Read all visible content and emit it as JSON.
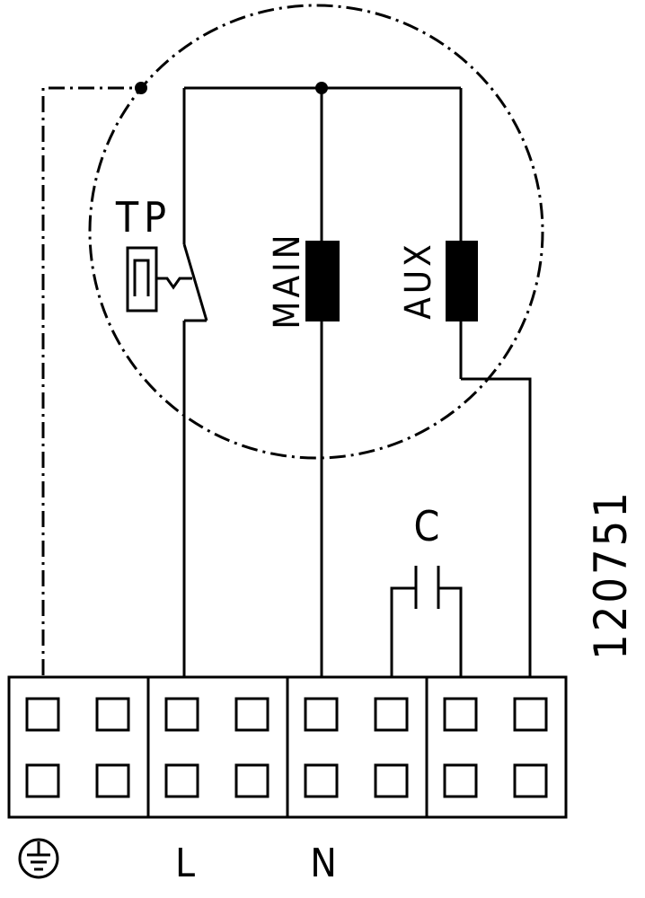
{
  "labels": {
    "tp": "TP",
    "main": "MAIN",
    "aux": "AUX",
    "capacitor": "C",
    "drawing_number": "120751",
    "live": "L",
    "neutral": "N"
  },
  "icons": {
    "earth": "earth-ground-icon"
  },
  "colors": {
    "ink": "#000000",
    "background": "#ffffff"
  }
}
